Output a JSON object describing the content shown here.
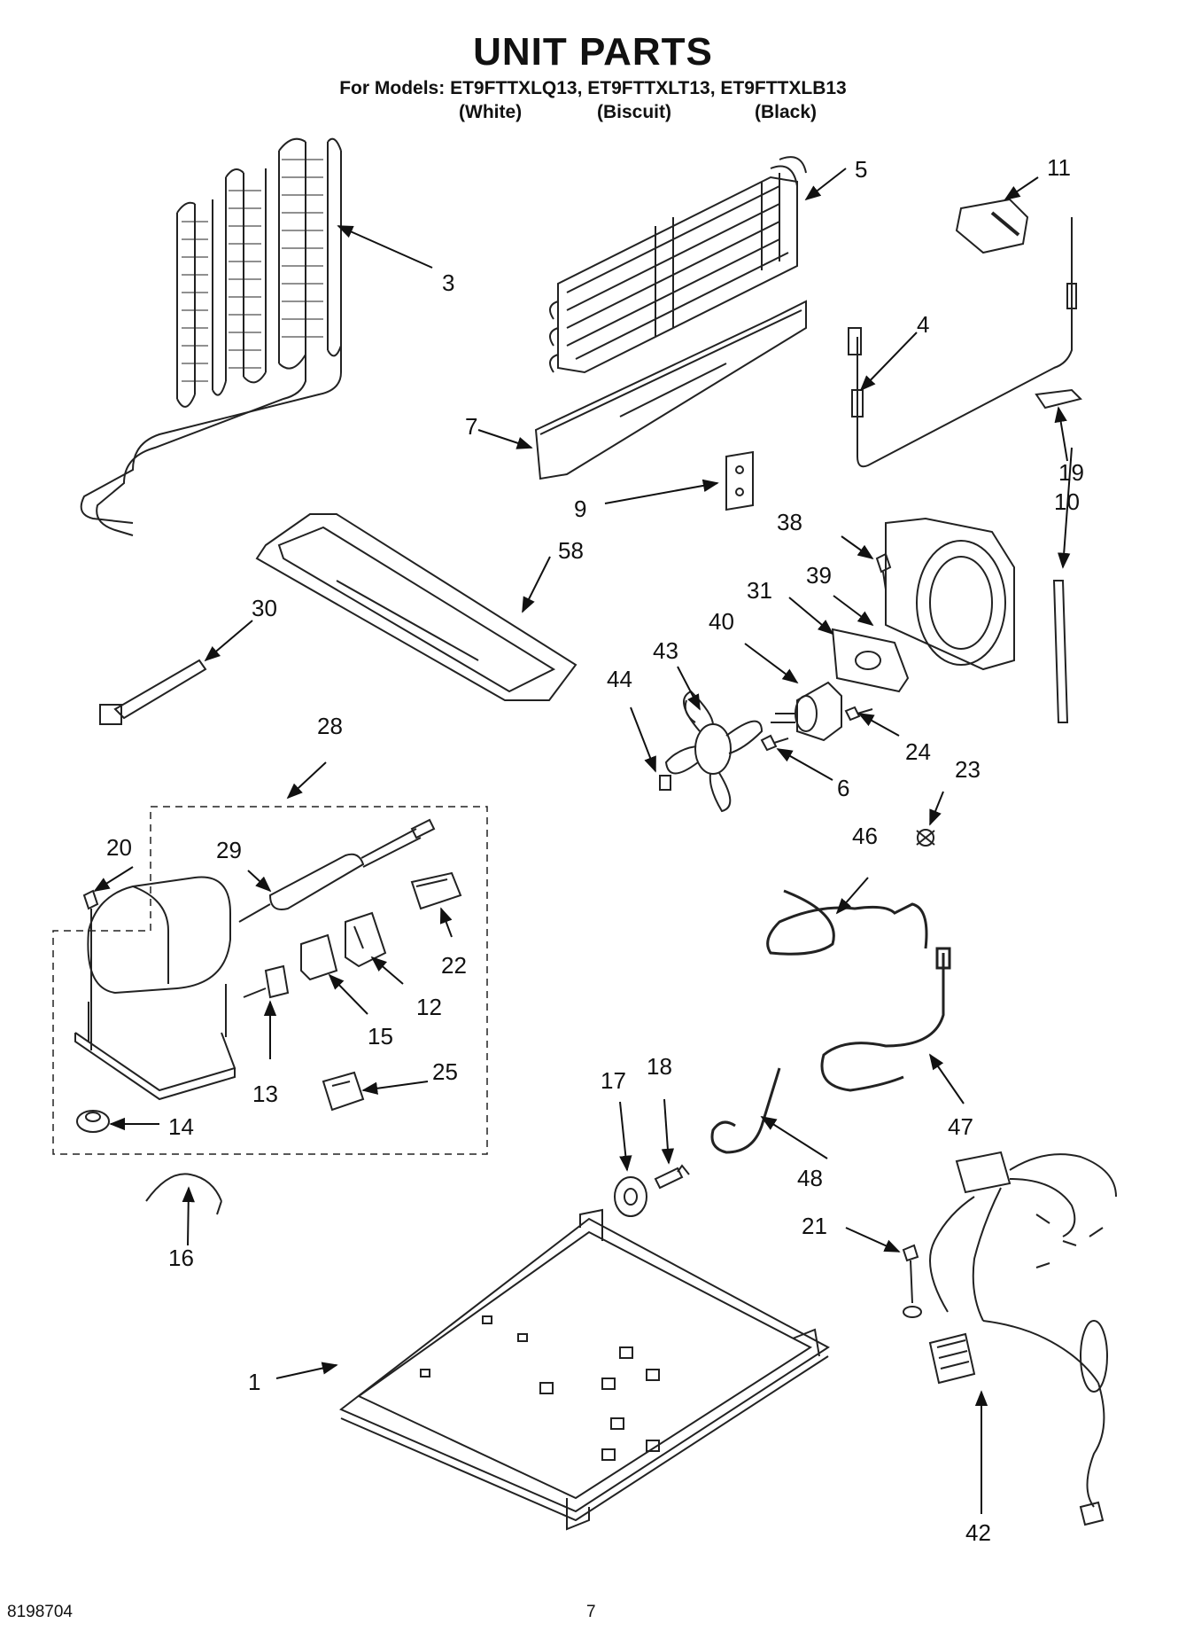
{
  "header": {
    "title": "UNIT PARTS",
    "models_line": "For Models: ET9FTTXLQ13, ET9FTTXLT13, ET9FTTXLB13",
    "color_white": "(White)",
    "color_biscuit": "(Biscuit)",
    "color_black": "(Black)"
  },
  "callouts": [
    "1",
    "3",
    "4",
    "5",
    "6",
    "7",
    "9",
    "10",
    "11",
    "12",
    "13",
    "14",
    "15",
    "16",
    "17",
    "18",
    "19",
    "20",
    "21",
    "22",
    "23",
    "24",
    "25",
    "28",
    "29",
    "30",
    "31",
    "38",
    "39",
    "40",
    "42",
    "43",
    "44",
    "46",
    "47",
    "48",
    "58"
  ],
  "footer": {
    "doc_number": "8198704",
    "page_number": "7"
  }
}
